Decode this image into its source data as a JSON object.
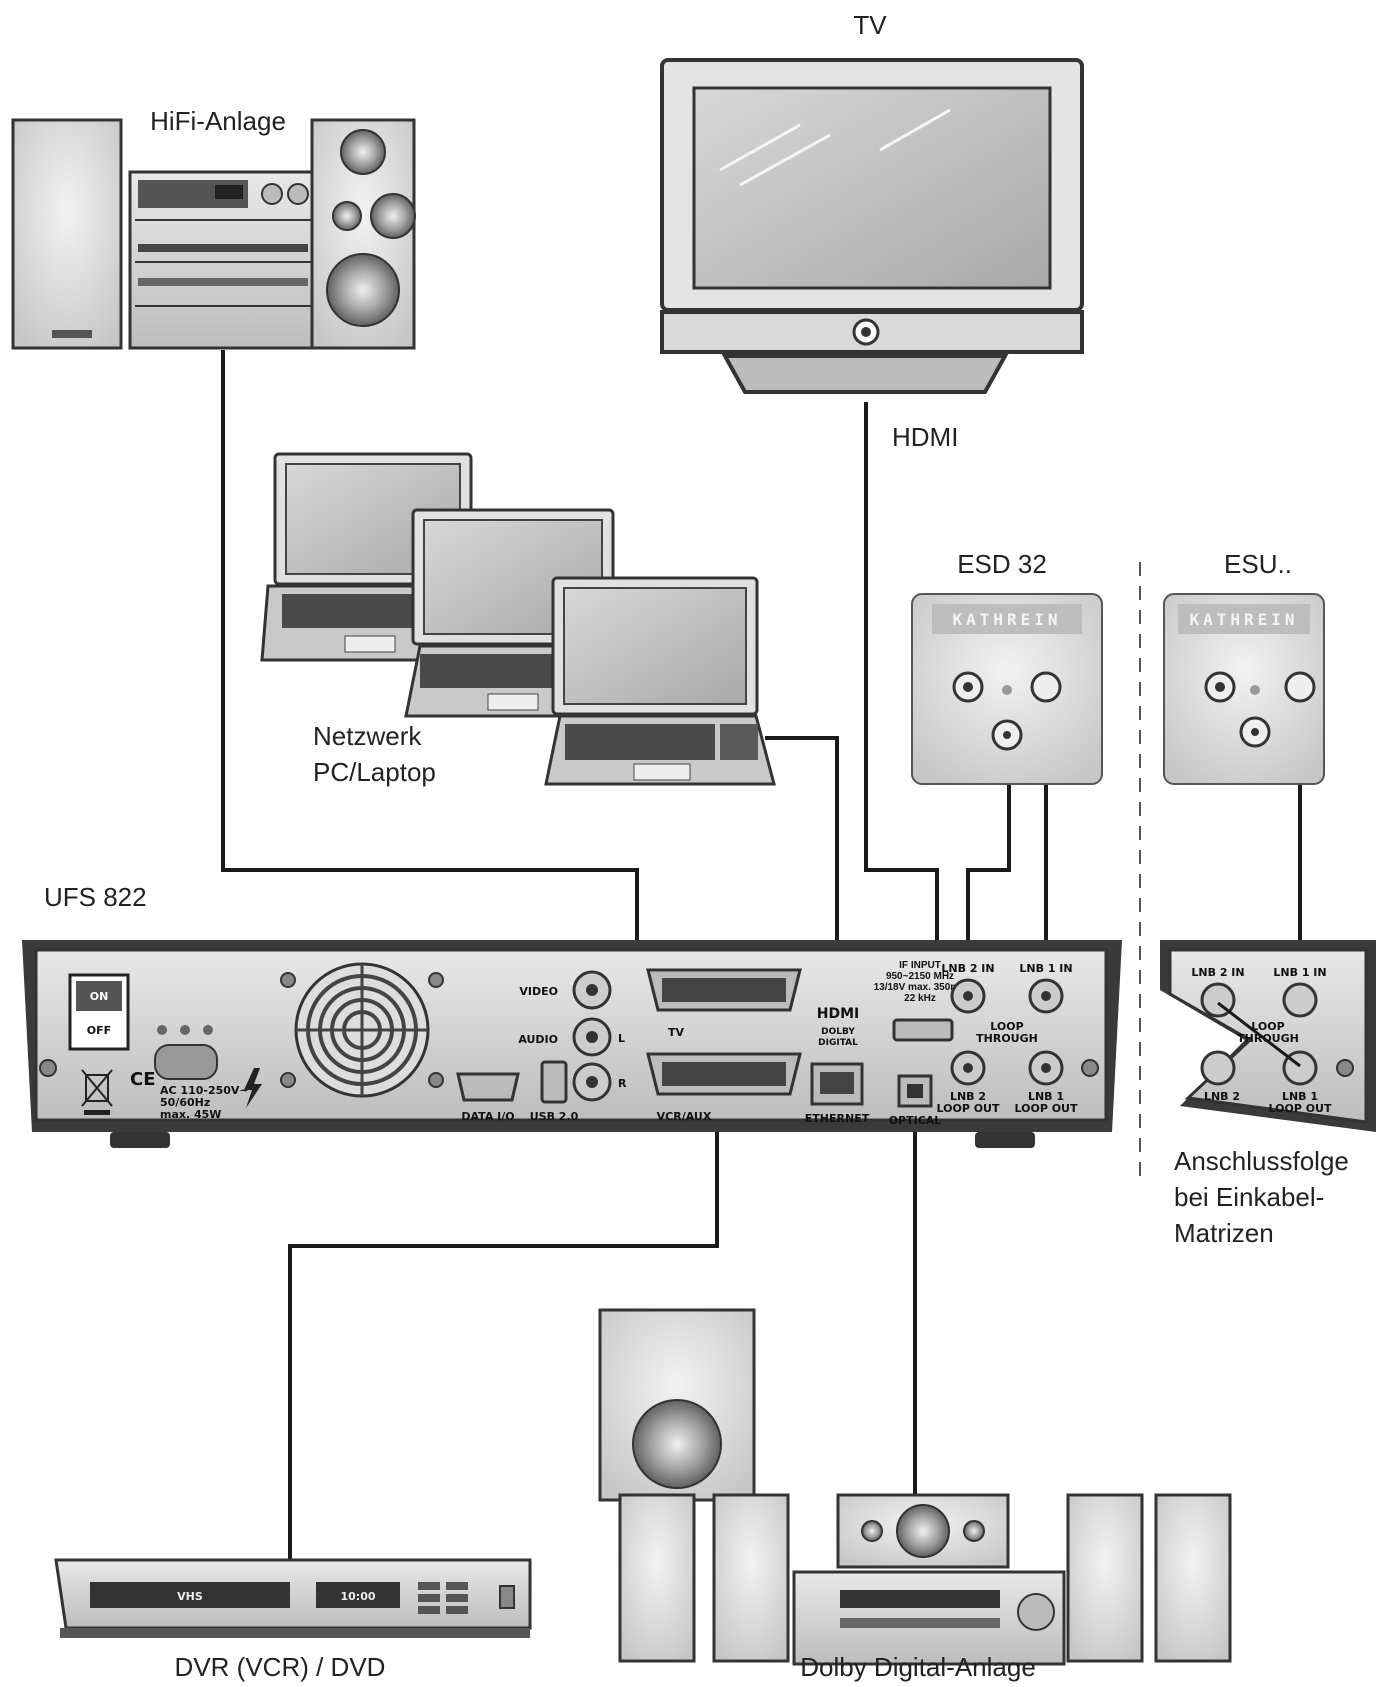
{
  "labels": {
    "tv": "TV",
    "hifi": "HiFi-Anlage",
    "hdmi": "HDMI",
    "esd": "ESD 32",
    "esu": "ESU..",
    "network_line1": "Netzwerk",
    "network_line2": "PC/Laptop",
    "ufs": "UFS 822",
    "anschluss_line1": "Anschlussfolge",
    "anschluss_line2": "bei Einkabel-",
    "anschluss_line3": "Matrizen",
    "dvr": "DVR (VCR) / DVD",
    "dolby": "Dolby Digital-Anlage"
  },
  "brand": {
    "esd": "KATHREIN",
    "esu": "KATHREIN"
  },
  "receiver_panel": {
    "on": "ON",
    "off": "OFF",
    "ce": "CE",
    "power_l1": "AC 110-250V~",
    "power_l2": "50/60Hz",
    "power_l3": "max. 45W",
    "video": "VIDEO",
    "audio": "AUDIO",
    "audio_l": "L",
    "audio_r": "R",
    "data_io": "DATA I/O",
    "usb": "USB 2.0",
    "tv_scart": "TV",
    "vcr_aux": "VCR/AUX",
    "hdmi_logo": "HDMI",
    "dolby_l1": "DOLBY",
    "dolby_l2": "DIGITAL",
    "ethernet": "ETHERNET",
    "optical": "OPTICAL",
    "if_input_l1": "IF INPUT",
    "if_input_l2": "950~2150 MHz",
    "if_input_l3": "13/18V max. 350mA",
    "if_input_l4": "22 kHz",
    "lnb2_in": "LNB 2 IN",
    "lnb1_in": "LNB 1 IN",
    "loop_l1": "LOOP",
    "loop_l2": "THROUGH",
    "lnb2_loop_l1": "LNB 2",
    "lnb2_loop_l2": "LOOP OUT",
    "lnb1_loop_l1": "LNB 1",
    "lnb1_loop_l2": "LOOP OUT"
  },
  "inset_panel": {
    "lnb2_in": "LNB 2 IN",
    "lnb1_in": "LNB 1 IN",
    "loop_l1": "LOOP",
    "loop_l2": "THROUGH",
    "lnb2_out": "LNB 2",
    "lnb1_out_l1": "LNB 1",
    "lnb1_out_l2": "LOOP OUT"
  },
  "dvr_device": {
    "display": "VHS",
    "clock": "10:00"
  },
  "colors": {
    "cable": "#1a1a1a",
    "device_body": "#d4d4d4",
    "device_dark": "#3a3a3a",
    "screen": "#bdbdbd"
  }
}
